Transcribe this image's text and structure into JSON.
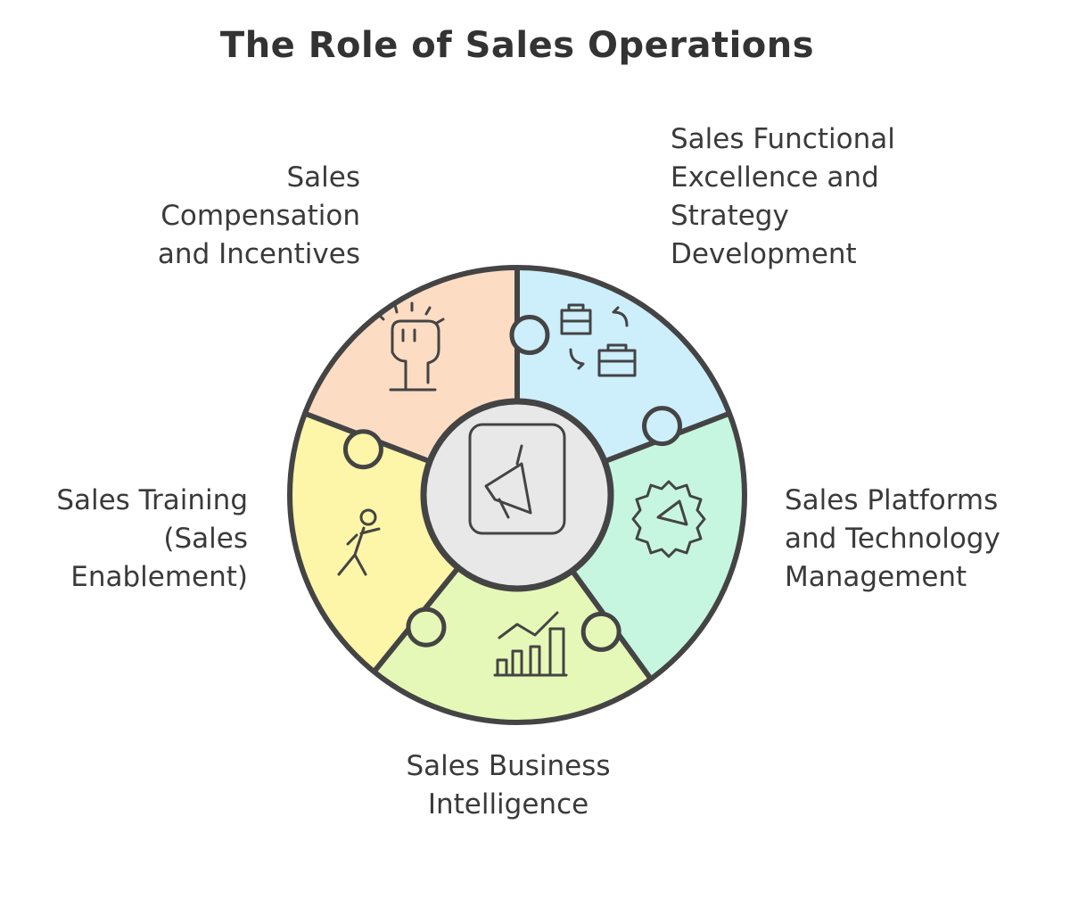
{
  "title": "The Role of Sales Operations",
  "segments": [
    {
      "id": "compensation",
      "label_lines": [
        "Sales",
        "Compensation",
        "and Incentives"
      ],
      "color": "#fddcc4",
      "icon": "raised-fist-icon"
    },
    {
      "id": "strategy",
      "label_lines": [
        "Sales Functional",
        "Excellence and",
        "Strategy",
        "Development"
      ],
      "color": "#cdeefb",
      "icon": "briefcase-exchange-icon"
    },
    {
      "id": "platforms",
      "label_lines": [
        "Sales Platforms",
        "and Technology",
        "Management"
      ],
      "color": "#c6f6e0",
      "icon": "megaphone-gear-icon"
    },
    {
      "id": "bi",
      "label_lines": [
        "Sales Business",
        "Intelligence"
      ],
      "color": "#e6f8b8",
      "icon": "bar-line-chart-icon"
    },
    {
      "id": "training",
      "label_lines": [
        "Sales Training",
        "(Sales",
        "Enablement)"
      ],
      "color": "#fdf5a8",
      "icon": "exercising-person-icon"
    }
  ],
  "center": {
    "icon": "megaphone-icon",
    "color": "#e8e8e8"
  },
  "stroke_color": "#444444"
}
